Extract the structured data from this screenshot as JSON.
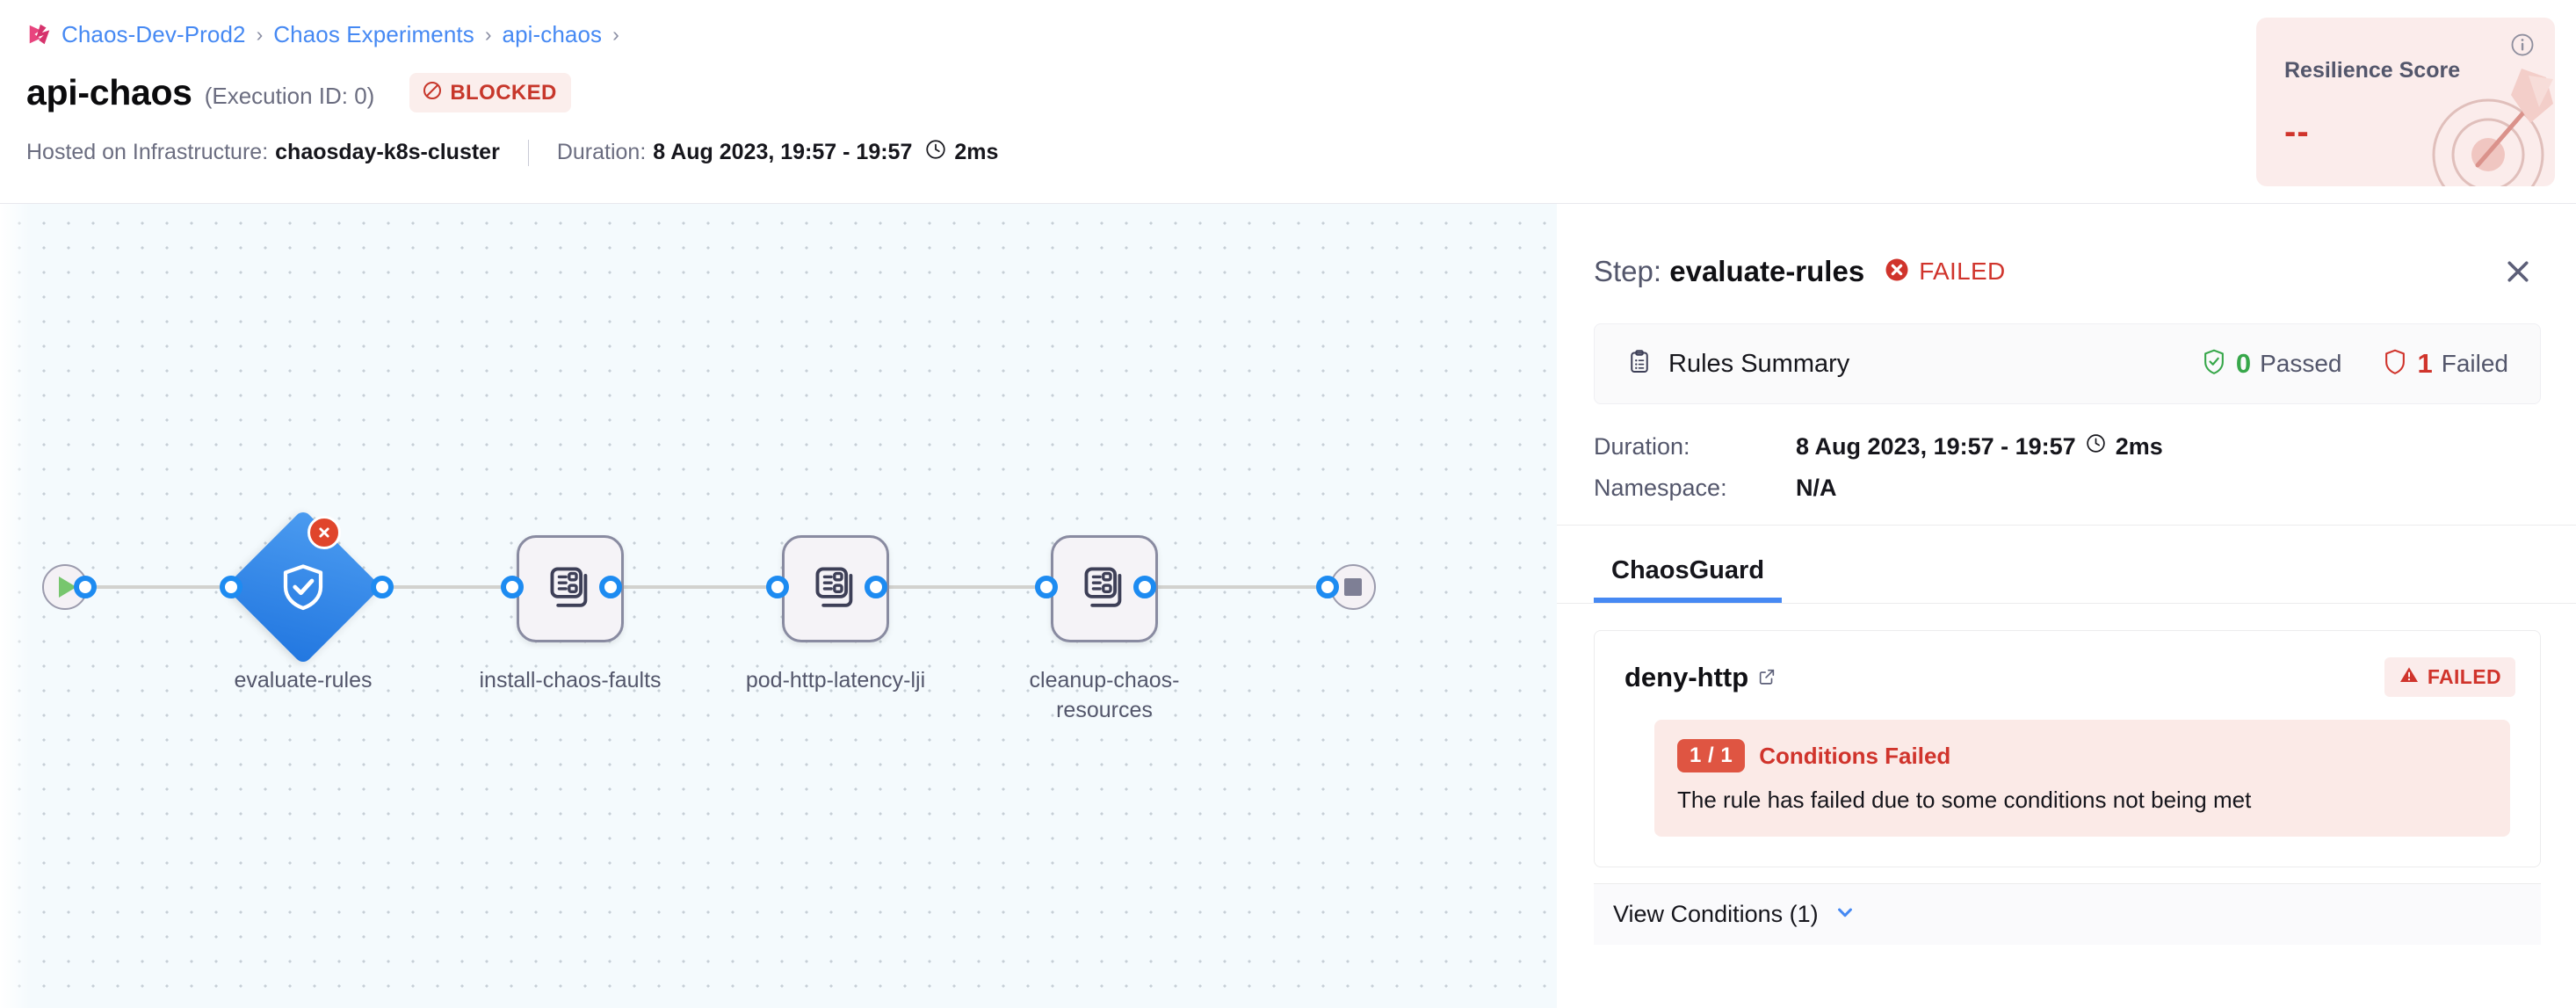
{
  "breadcrumb": {
    "logo_icon": "harness-logo-icon",
    "items": [
      {
        "label": "Chaos-Dev-Prod2"
      },
      {
        "label": "Chaos Experiments"
      },
      {
        "label": "api-chaos"
      }
    ],
    "separator": "›"
  },
  "header": {
    "title": "api-chaos",
    "execution_id": "(Execution ID: 0)",
    "status": {
      "label": "BLOCKED",
      "icon": "blocked-circle-icon",
      "color": "#c7372b",
      "bg": "#fbeeec"
    },
    "infra_label": "Hosted on Infrastructure:",
    "infra_value": "chaosday-k8s-cluster",
    "duration_label": "Duration:",
    "duration_value": "8 Aug 2023, 19:57 - 19:57",
    "duration_time": "2ms",
    "clock_icon": "clock-icon"
  },
  "resilience": {
    "title": "Resilience Score",
    "value": "--",
    "info_icon": "info-circle-icon",
    "art_icon": "target-dart-icon",
    "bg": "#fbeceb",
    "value_color": "#d0342c"
  },
  "graph": {
    "start_node": {
      "name": "start-node",
      "icon": "play-icon"
    },
    "end_node": {
      "name": "end-node",
      "icon": "stop-icon"
    },
    "nodes": [
      {
        "id": "evaluate-rules",
        "label": "evaluate-rules",
        "shape": "diamond",
        "icon": "shield-check-icon",
        "status": "failed",
        "status_icon": "error-x-icon",
        "selected": true
      },
      {
        "id": "install-chaos-faults",
        "label": "install-chaos-faults",
        "shape": "box",
        "icon": "chaos-faults-icon",
        "status": "none"
      },
      {
        "id": "pod-http-latency-lji",
        "label": "pod-http-latency-lji",
        "shape": "box",
        "icon": "chaos-faults-icon",
        "status": "none"
      },
      {
        "id": "cleanup-chaos-resources",
        "label": "cleanup-chaos-resources",
        "shape": "box",
        "icon": "chaos-faults-icon",
        "status": "none"
      }
    ]
  },
  "panel": {
    "step_prefix": "Step:",
    "step_name": "evaluate-rules",
    "step_status": "FAILED",
    "step_status_icon": "error-x-icon",
    "close_icon": "close-icon",
    "summary": {
      "icon": "clipboard-rules-icon",
      "label": "Rules Summary",
      "passed_count": "0",
      "passed_label": "Passed",
      "passed_icon": "shield-check-green-icon",
      "failed_count": "1",
      "failed_label": "Failed",
      "failed_icon": "shield-red-icon"
    },
    "details": [
      {
        "key": "Duration:",
        "value": "8 Aug 2023, 19:57 - 19:57",
        "extra": "2ms",
        "icon": "clock-icon"
      },
      {
        "key": "Namespace:",
        "value": "N/A",
        "extra": "",
        "icon": ""
      }
    ],
    "tabs": [
      {
        "label": "ChaosGuard",
        "active": true
      }
    ],
    "rule": {
      "name": "deny-http",
      "external_link_icon": "external-link-icon",
      "badge_label": "FAILED",
      "badge_icon": "warning-triangle-icon",
      "condition_chip": "1 / 1",
      "condition_title": "Conditions Failed",
      "condition_desc": "The rule has failed due to some conditions not being met"
    },
    "view_conditions": {
      "label": "View Conditions (1)",
      "chevron_icon": "chevron-down-icon"
    }
  }
}
